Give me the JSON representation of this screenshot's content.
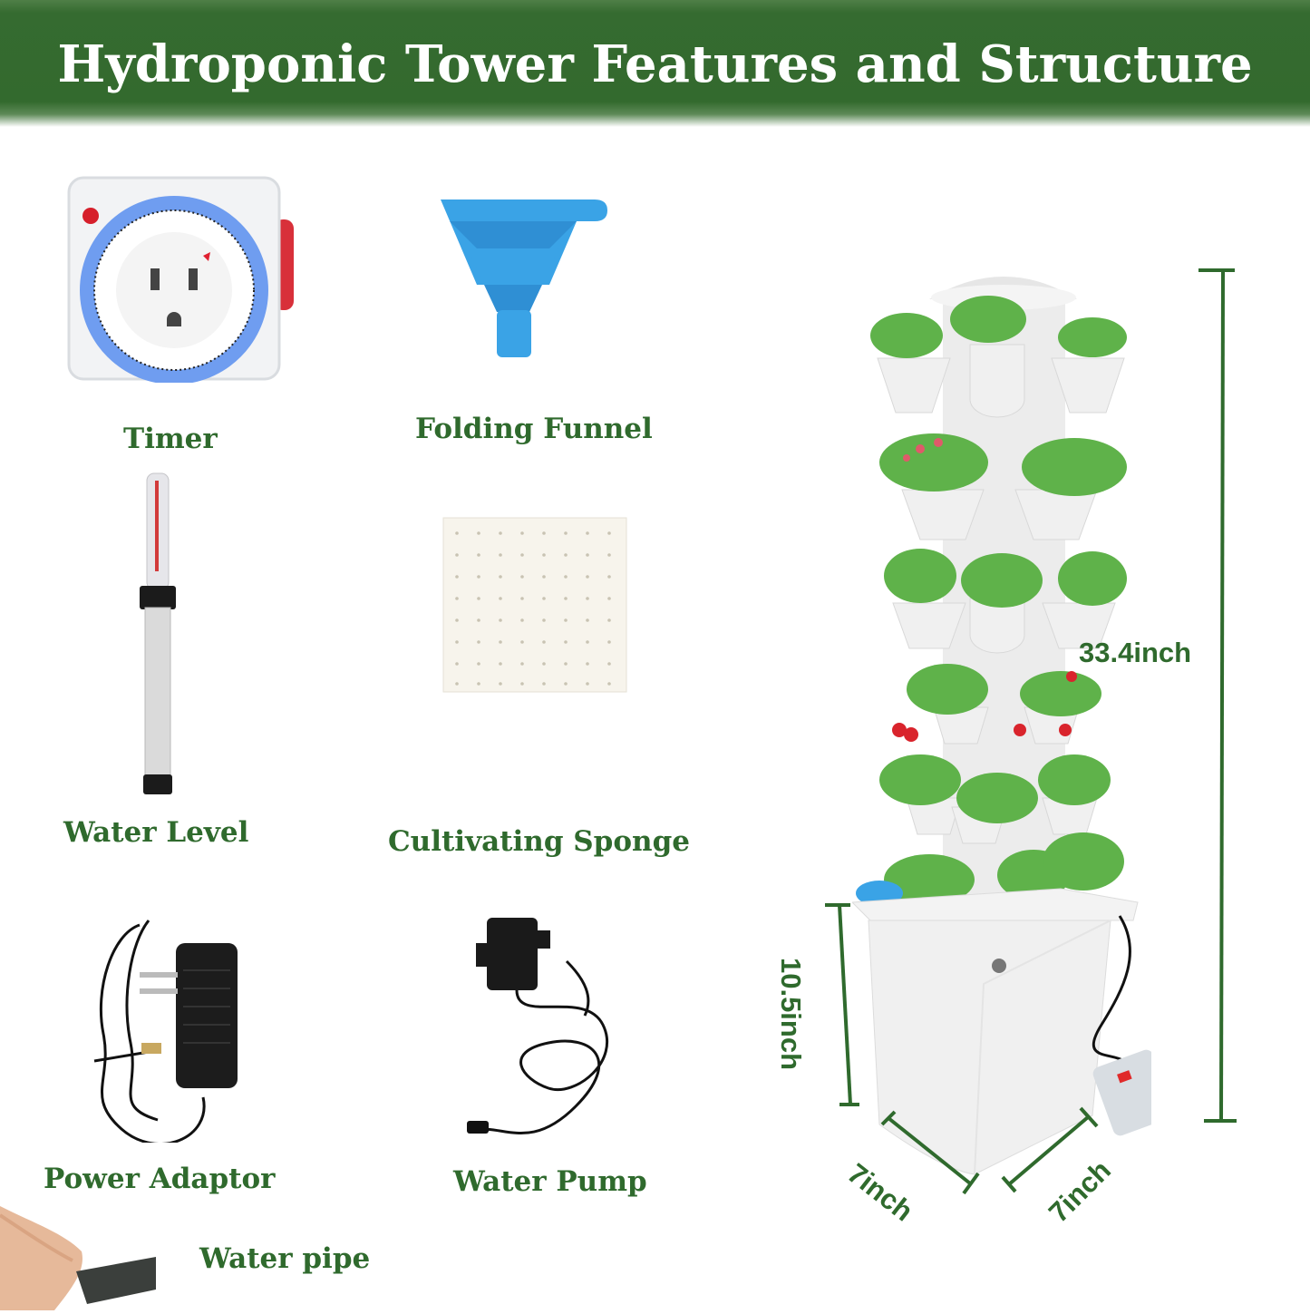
{
  "header": {
    "title": "Hydroponic Tower Features and Structure"
  },
  "components": [
    {
      "id": "timer",
      "label": "Timer",
      "icon": "timer-icon"
    },
    {
      "id": "funnel",
      "label": "Folding Funnel",
      "icon": "funnel-icon"
    },
    {
      "id": "water-level",
      "label": "Water Level",
      "icon": "water-level-icon"
    },
    {
      "id": "sponge",
      "label": "Cultivating Sponge",
      "icon": "sponge-icon"
    },
    {
      "id": "power-adaptor",
      "label": "Power Adaptor",
      "icon": "power-adaptor-icon"
    },
    {
      "id": "water-pump",
      "label": "Water Pump",
      "icon": "water-pump-icon"
    },
    {
      "id": "water-pipe",
      "label": "Water pipe",
      "icon": "water-pipe-icon"
    }
  ],
  "dimensions": {
    "height_total": "33.4inch",
    "base_height": "10.5inch",
    "base_width_left": "7inch",
    "base_width_right": "7inch"
  },
  "colors": {
    "banner_green": "#336a2e",
    "label_green": "#2f6a2d",
    "funnel_blue": "#3aa3e6",
    "timer_blue": "#5b8fe0"
  }
}
